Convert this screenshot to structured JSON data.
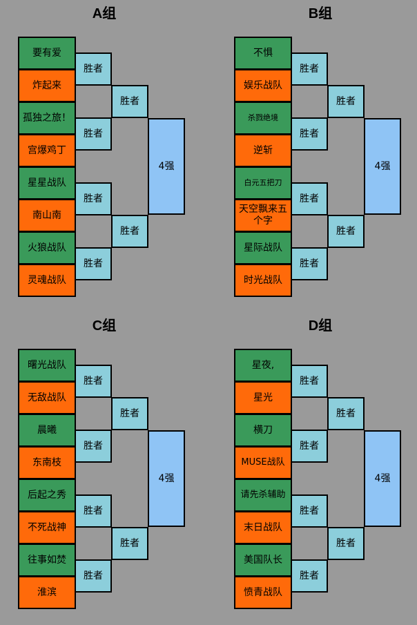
{
  "groups": [
    {
      "title": "A组",
      "teams": [
        "要有爱",
        "炸起来",
        "孤独之旅！",
        "宫爆鸡丁",
        "星星战队",
        "南山南",
        "火狼战队",
        "灵魂战队"
      ],
      "winners": [
        "胜者",
        "胜者",
        "胜者",
        "胜者",
        "胜者",
        "胜者"
      ],
      "final": "4强"
    },
    {
      "title": "B组",
      "teams": [
        "不惧",
        "娱乐战队",
        "杀戮绝境",
        "逆斩",
        "白元五把刀",
        "天空飘来五个字",
        "星际战队",
        "时光战队"
      ],
      "winners": [
        "胜者",
        "胜者",
        "胜者",
        "胜者",
        "胜者",
        "胜者"
      ],
      "final": "4强"
    },
    {
      "title": "C组",
      "teams": [
        "曙光战队",
        "无敌战队",
        "晨曦",
        "东南枝",
        "后起之秀",
        "不死战神",
        "往事如焚",
        "淮滨"
      ],
      "winners": [
        "胜者",
        "胜者",
        "胜者",
        "胜者",
        "胜者",
        "胜者"
      ],
      "final": "4强"
    },
    {
      "title": "D组",
      "teams": [
        "星夜,",
        "星光",
        "横刀",
        "MUSE战队",
        "请先杀辅助",
        "末日战队",
        "美国队长",
        "愤青战队"
      ],
      "winners": [
        "胜者",
        "胜者",
        "胜者",
        "胜者",
        "胜者",
        "胜者"
      ],
      "final": "4强"
    }
  ],
  "colors": {
    "background": "#9a9a9a",
    "team_green": "#3a9a5a",
    "team_orange": "#ff6a0a",
    "winner_box": "#8ccedb",
    "top4_box": "#8fc4f5"
  }
}
